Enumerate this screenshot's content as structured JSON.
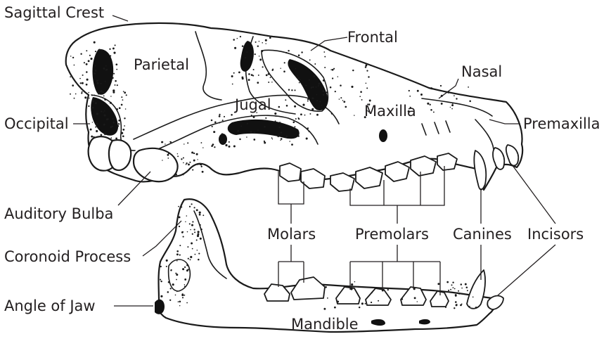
{
  "diagram": {
    "labels": {
      "sagittal_crest": "Sagittal Crest",
      "frontal": "Frontal",
      "parietal": "Parietal",
      "nasal": "Nasal",
      "jugal": "Jugal",
      "maxilla": "Maxilla",
      "occipital": "Occipital",
      "premaxilla": "Premaxilla",
      "auditory_bulba": "Auditory Bulba",
      "molars": "Molars",
      "premolars": "Premolars",
      "canines": "Canines",
      "incisors": "Incisors",
      "coronoid_process": "Coronoid Process",
      "angle_of_jaw": "Angle of Jaw",
      "mandible": "Mandible"
    },
    "colors": {
      "ink": "#231f20",
      "shade": "#111111",
      "bone": "#ffffff"
    }
  }
}
